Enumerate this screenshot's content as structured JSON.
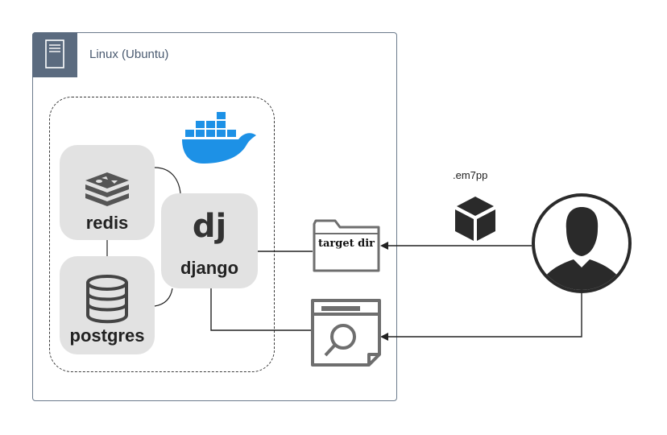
{
  "host": {
    "title": "Linux (Ubuntu)",
    "icon": "server-icon"
  },
  "container_runtime": {
    "icon": "docker-whale-icon",
    "color": "#1d91e6"
  },
  "services": [
    {
      "label": "redis",
      "icon": "redis-icon"
    },
    {
      "label": "postgres",
      "icon": "database-icon"
    },
    {
      "label": "django",
      "icon_text": "dj"
    }
  ],
  "target_dir": {
    "label": "target dir",
    "icon": "folder-icon"
  },
  "web_ui": {
    "icon": "browser-search-icon"
  },
  "package": {
    "label": ".em7pp",
    "icon": "cube-icon"
  },
  "user": {
    "icon": "user-avatar-icon"
  },
  "colors": {
    "frame": "#6b7a8c",
    "frame_tab": "#5b6b7f",
    "service_bg": "#e2e2e2",
    "icon_gray": "#6e6e6e",
    "dark": "#222222"
  }
}
